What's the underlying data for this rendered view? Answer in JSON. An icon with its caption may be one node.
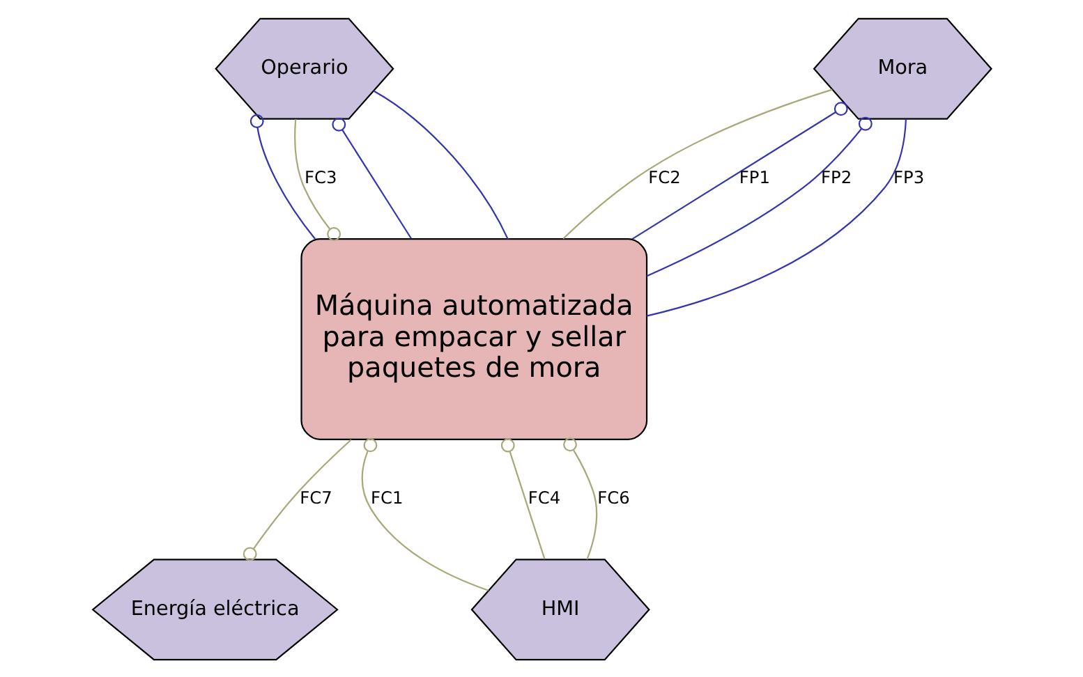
{
  "diagram": {
    "nodes": [
      {
        "text": [
          "Operario"
        ]
      },
      {
        "text": [
          "Mora"
        ]
      },
      {
        "text": [
          "Máquina automatizada para empacar y sellar paquetes de mora"
        ]
      },
      {
        "text": [
          "HMI"
        ]
      },
      {
        "text": [
          "Energía eléctrica"
        ]
      }
    ],
    "edges": [
      {
        "from": 2,
        "to": 0,
        "arrow": "other",
        "color": "#3535b0"
      },
      {
        "from": 2,
        "to": 0,
        "arrow": "other",
        "color": "#3535b0"
      },
      {
        "from": 2,
        "to": 0,
        "arrow": "none",
        "color": "#3535b0"
      },
      {
        "from": 2,
        "to": 1,
        "label": "FP1",
        "arrow": "other",
        "color": "#3535b0"
      },
      {
        "from": 2,
        "to": 1,
        "label": "FP2",
        "arrow": "other",
        "color": "#3535b0"
      },
      {
        "from": 2,
        "to": 1,
        "label": "FP3",
        "arrow": "none",
        "color": "#3535b0"
      },
      {
        "from": 0,
        "to": 2,
        "label": "FC3",
        "arrow": "other",
        "color": "#a8a878"
      },
      {
        "from": 1,
        "to": 2,
        "label": "FC2",
        "arrow": "none",
        "color": "#a8a878"
      },
      {
        "from": 3,
        "to": 2,
        "label": "FC1",
        "arrow": "other",
        "color": "#a8a878"
      },
      {
        "from": 3,
        "to": 2,
        "label": "FC4",
        "arrow": "other",
        "color": "#a8a878"
      },
      {
        "from": 3,
        "to": 2,
        "label": "FC6",
        "arrow": "other",
        "color": "#a8a878"
      },
      {
        "from": 2,
        "to": 4,
        "label": "FC7",
        "arrow": "other",
        "color": "#a8a878"
      }
    ]
  }
}
